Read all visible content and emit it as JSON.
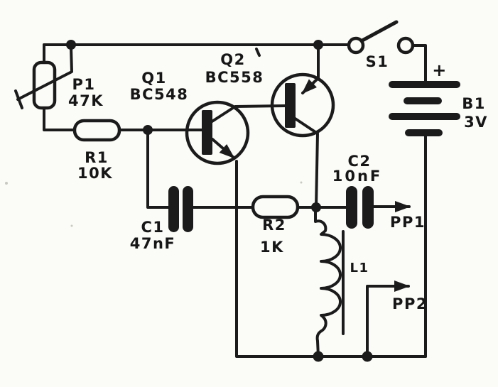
{
  "diagram": {
    "kind": "electronic-schematic",
    "description": "Two-transistor oscillator with coil L1, battery powered, hand-drawn style",
    "ink_color": "#1b1b1b",
    "paper_color": "#fbfbf8"
  },
  "components": {
    "p1": {
      "ref": "P1",
      "value": "47K",
      "kind": "potentiometer"
    },
    "r1": {
      "ref": "R1",
      "value": "10K",
      "kind": "resistor"
    },
    "r2": {
      "ref": "R2",
      "value": "1K",
      "kind": "resistor"
    },
    "c1": {
      "ref": "C1",
      "value": "47nF",
      "kind": "capacitor"
    },
    "c2": {
      "ref": "C2",
      "value": "10nF",
      "kind": "capacitor"
    },
    "q1": {
      "ref": "Q1",
      "value": "BC548",
      "kind": "npn-transistor"
    },
    "q2": {
      "ref": "Q2",
      "value": "BC558",
      "kind": "pnp-transistor"
    },
    "l1": {
      "ref": "L1",
      "kind": "inductor-with-core"
    },
    "s1": {
      "ref": "S1",
      "kind": "spst-switch"
    },
    "b1": {
      "ref": "B1",
      "value": "3V",
      "kind": "battery",
      "polarity_mark": "+"
    },
    "pp1": {
      "ref": "PP1",
      "kind": "output-point"
    },
    "pp2": {
      "ref": "PP2",
      "kind": "output-point"
    }
  }
}
